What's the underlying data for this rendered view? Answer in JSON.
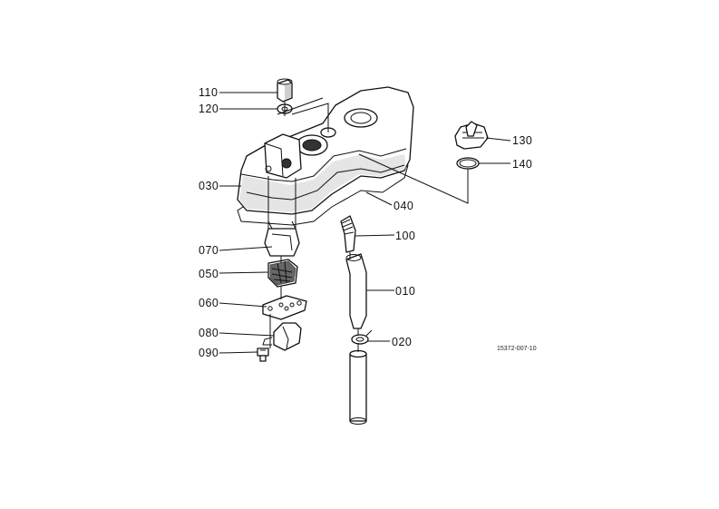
{
  "diagram": {
    "labels": {
      "p110": "110",
      "p120": "120",
      "p030": "030",
      "p070": "070",
      "p050": "050",
      "p060": "060",
      "p080": "080",
      "p090": "090",
      "p040": "040",
      "p100": "100",
      "p010": "010",
      "p020": "020",
      "p130": "130",
      "p140": "140"
    },
    "drawing_code": "15372-007-10"
  }
}
